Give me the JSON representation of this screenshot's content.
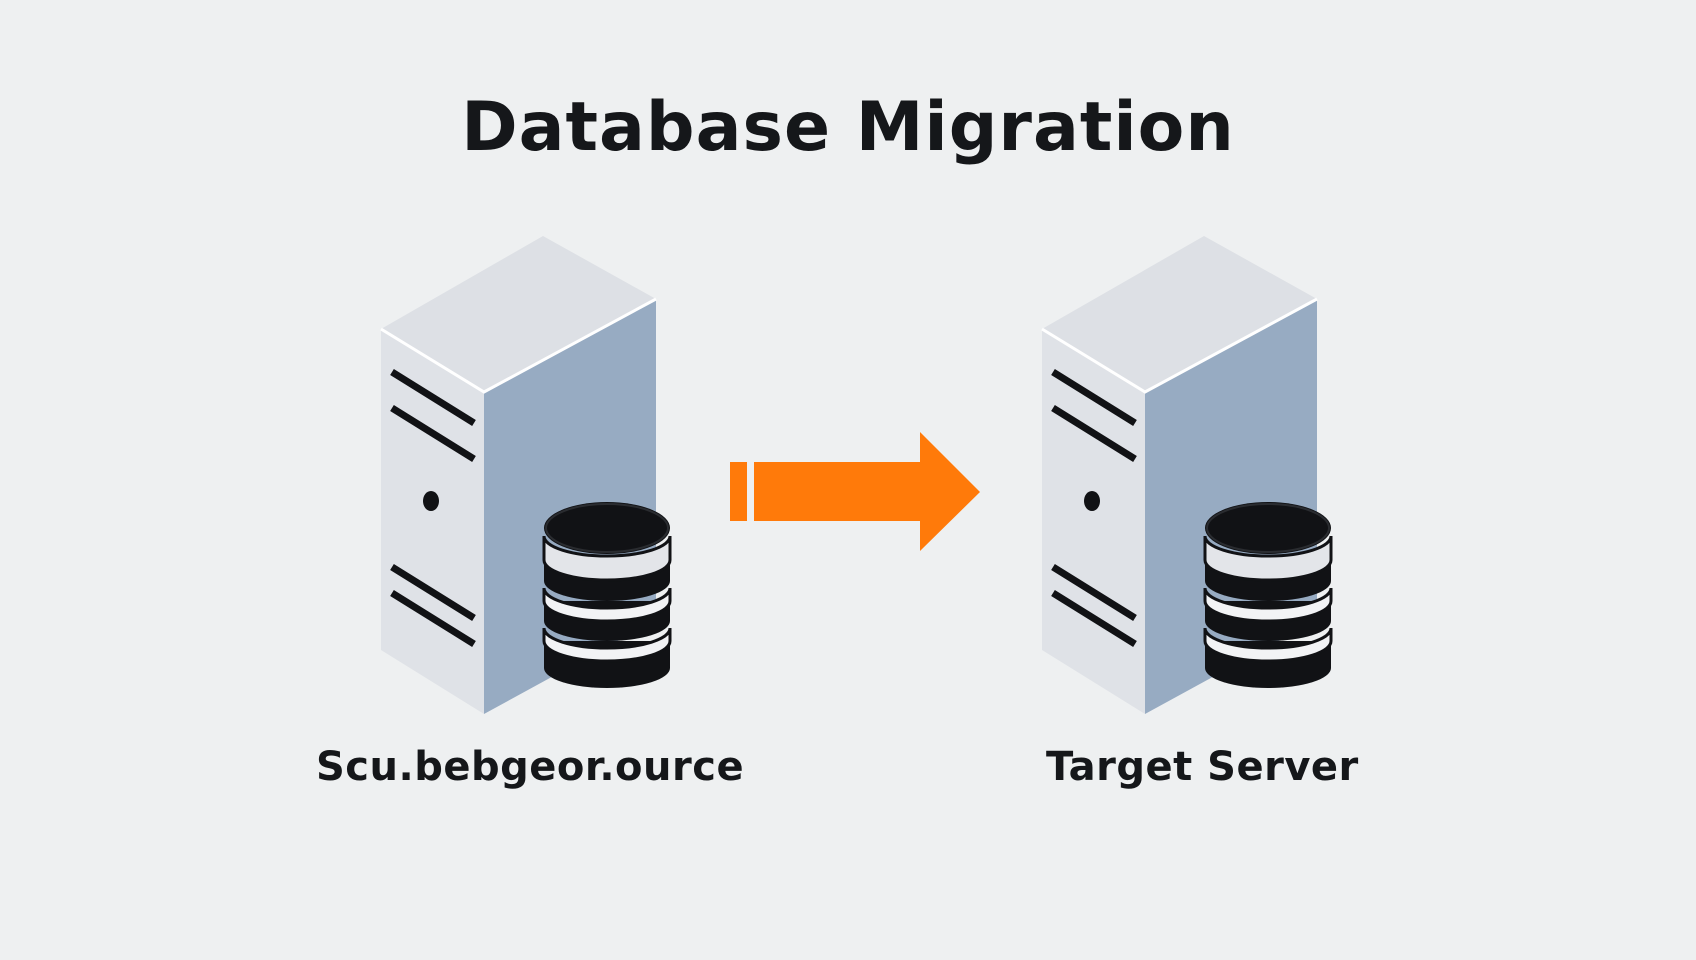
{
  "diagram": {
    "title": "Database Migration",
    "source": {
      "label": "Scu.bebgeor.ource",
      "icon": "server-with-database-icon"
    },
    "target": {
      "label": "Target Server",
      "icon": "server-with-database-icon"
    },
    "arrow": {
      "icon": "arrow-right-icon",
      "direction": "source-to-target"
    }
  },
  "colors": {
    "background": "#eef0f1",
    "text": "#15171a",
    "server_front": "#dfe2e7",
    "server_top": "#dde0e5",
    "server_side": "#97abc2",
    "database_dark": "#111215",
    "arrow": "#ff7a0a"
  }
}
